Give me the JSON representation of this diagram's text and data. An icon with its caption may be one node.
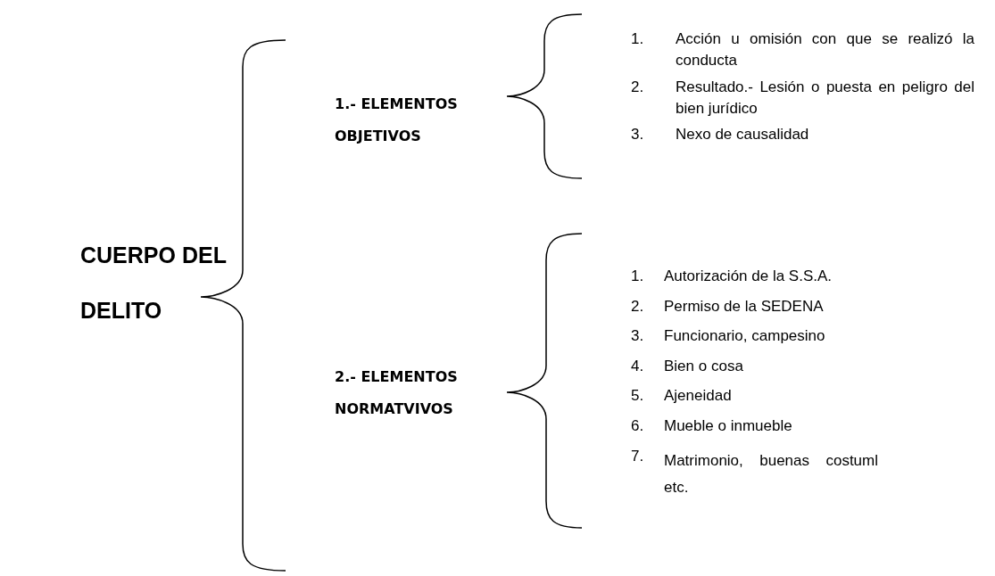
{
  "diagram": {
    "labels": [
      "CUERPO DEL DELITO",
      "1.- ELEMENTOS OBJETIVOS",
      "1.",
      "Acción u omisión con que se realizó la conducta",
      "2.",
      "Resultado.- Lesión o puesta en peligro del bien jurídico",
      "3.",
      "Nexo de causalidad",
      "2.- ELEMENTOS NORMATVIVOS",
      "1.",
      "Autorización de la S.S.A.",
      "2.",
      "Permiso de la SEDENA",
      "3.",
      "Funcionario, campesino",
      "4.",
      "Bien o cosa",
      "5.",
      "Ajeneidad",
      "6.",
      "Mueble o inmueble",
      "7.",
      "Matrimonio, buenas costuml etc."
    ]
  }
}
